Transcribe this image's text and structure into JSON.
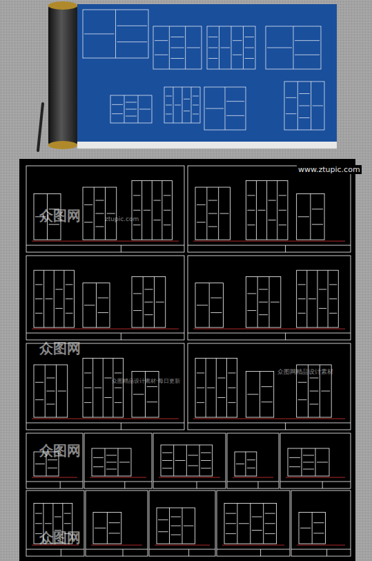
{
  "diagram": {
    "labels": [
      "www.ztupic.com",
      "众图网",
      "ztupic.com",
      "众图网",
      "众图网精品设计素材",
      "众图网",
      "众图精品设计素材·每日更新",
      "众图网"
    ]
  }
}
